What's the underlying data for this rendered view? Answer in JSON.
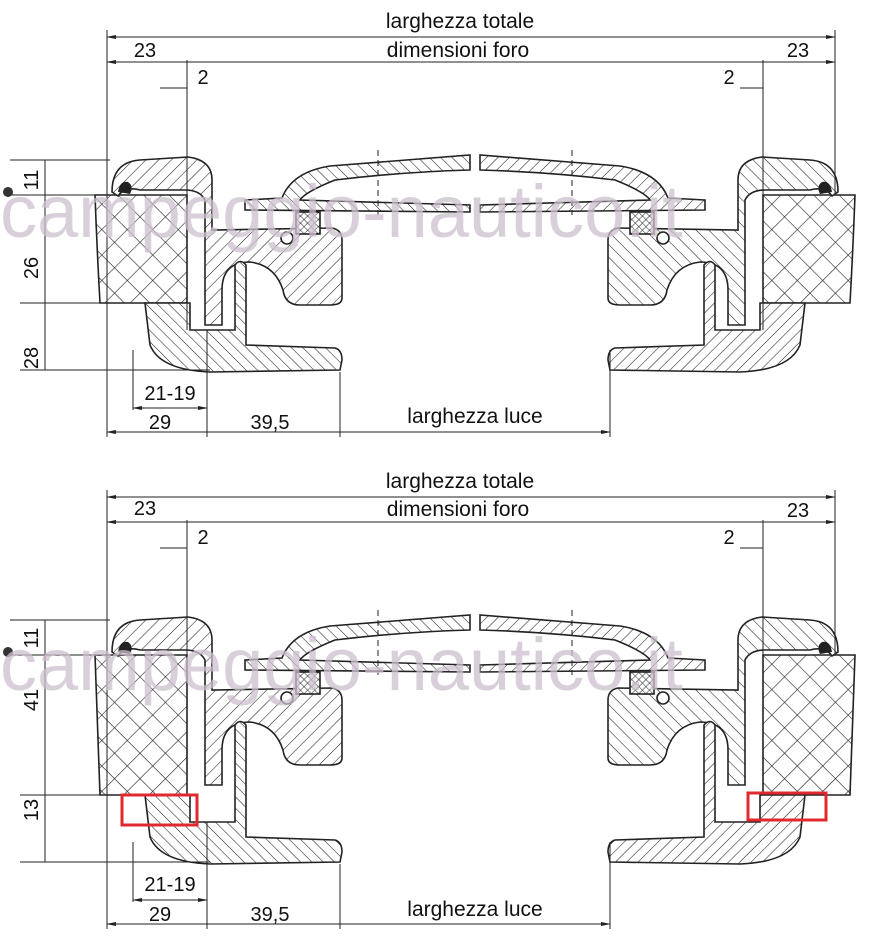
{
  "watermark": "campeggio-nautico.it",
  "highlight_color": "#e0282e",
  "panels": [
    {
      "total_width": "larghezza totale",
      "hole_size": "dimensioni foro",
      "left_margin": "23",
      "right_margin": "23",
      "left_gap": "2",
      "right_gap": "2",
      "dim_top": "11",
      "dim_middle": "26",
      "dim_bottom": "28",
      "range": "21-19",
      "offset": "29",
      "inner": "39,5",
      "clear_width": "larghezza luce"
    },
    {
      "total_width": "larghezza totale",
      "hole_size": "dimensioni foro",
      "left_margin": "23",
      "right_margin": "23",
      "left_gap": "2",
      "right_gap": "2",
      "dim_top": "11",
      "dim_middle": "41",
      "dim_bottom": "13",
      "range": "21-19",
      "offset": "29",
      "inner": "39,5",
      "clear_width": "larghezza luce"
    }
  ]
}
